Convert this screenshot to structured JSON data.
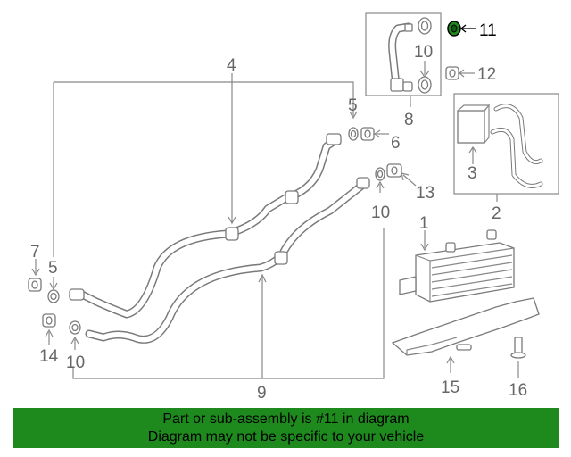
{
  "callouts": {
    "c1": "1",
    "c2": "2",
    "c3": "3",
    "c4": "4",
    "c5a": "5",
    "c5b": "5",
    "c6": "6",
    "c7": "7",
    "c8": "8",
    "c9": "9",
    "c10a": "10",
    "c10b": "10",
    "c10c": "10",
    "c10d": "10",
    "c11": "11",
    "c12": "12",
    "c13": "13",
    "c14": "14",
    "c15": "15",
    "c16": "16"
  },
  "highlighted_part": "11",
  "colors": {
    "banner": "#1e8a1e",
    "highlight": "#1e8a1e",
    "line": "#888888"
  },
  "banner": {
    "line1": "Part or sub-assembly is #11 in diagram",
    "line2": "Diagram may not be specific to your vehicle"
  }
}
